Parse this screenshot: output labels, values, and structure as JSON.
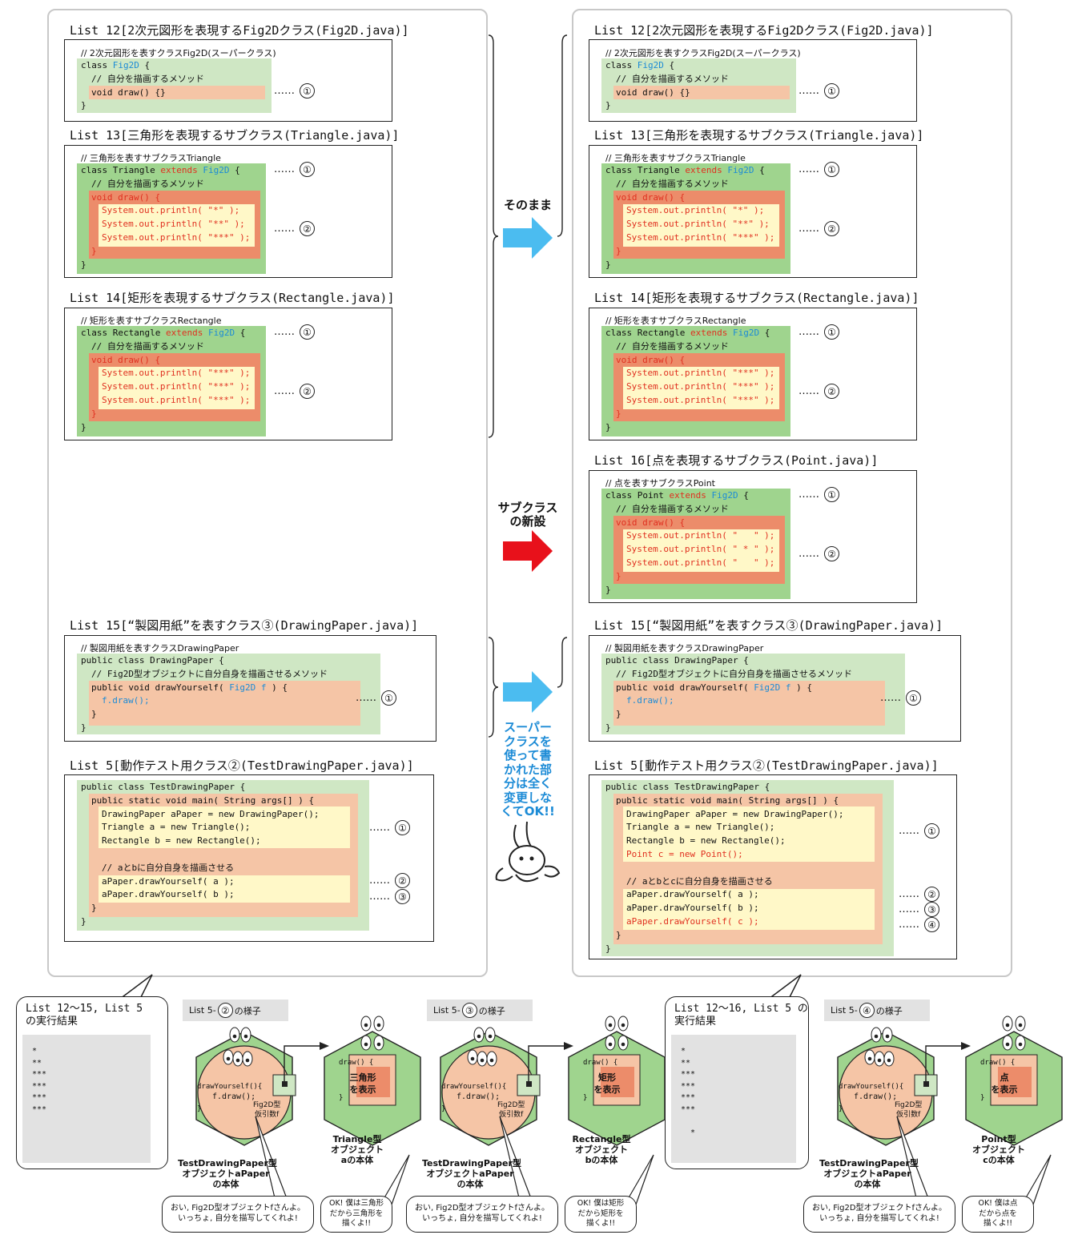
{
  "left": {
    "l12": {
      "title": "List 12[2次元図形を表現するFig2Dクラス(Fig2D.java)]",
      "comment": "// 2次元図形を表すクラスFig2D(スーパークラス)",
      "c1": "class ",
      "c1b": "Fig2D",
      " c1e": " {",
      "c2": "// 自分を描画するメソッド",
      "c3": "void draw() {}",
      "c4": "}",
      "m1": "①"
    },
    "l13": {
      "title": "List 13[三角形を表現するサブクラス(Triangle.java)]",
      "comment": "// 三角形を表すサブクラスTriangle",
      "c1": "class Triangle ",
      "ext": "extends ",
      "sup": "Fig2D",
      "c1e": " {",
      "c2": "// 自分を描画するメソッド",
      "c3": "void draw() {",
      "p1": "System.out.println( \"*\" );",
      "p2": "System.out.println( \"**\" );",
      "p3": "System.out.println( \"***\" );",
      "cb": "}",
      "c4": "}",
      "m1": "①",
      "m2": "②"
    },
    "l14": {
      "title": "List 14[矩形を表現するサブクラス(Rectangle.java)]",
      "comment": "// 矩形を表すサブクラスRectangle",
      "c1": "class Rectangle ",
      "ext": "extends ",
      "sup": "Fig2D",
      "c1e": " {",
      "c2": "// 自分を描画するメソッド",
      "c3": "void draw() {",
      "p1": "System.out.println( \"***\" );",
      "p2": "System.out.println( \"***\" );",
      "p3": "System.out.println( \"***\" );",
      "cb": "}",
      "c4": "}",
      "m1": "①",
      "m2": "②"
    },
    "l15": {
      "title": "List 15[“製図用紙”を表すクラス③(DrawingPaper.java)]",
      "comment": "// 製図用紙を表すクラスDrawingPaper",
      "c1": "public class DrawingPaper {",
      "c2": "// Fig2D型オブジェクトに自分自身を描画させるメソッド",
      "c3a": "public void drawYourself( ",
      "c3b": "Fig2D f",
      " c3c": " ) {",
      "c4": "f.draw();",
      "c5": "}",
      "c6": "}",
      "m1": "①"
    },
    "l5": {
      "title": "List 5[動作テスト用クラス②(TestDrawingPaper.java)]",
      "c1": "public class TestDrawingPaper {",
      "c2": "public static void main( String args[] ) {",
      "c3": "DrawingPaper aPaper = new DrawingPaper();",
      "c4": "Triangle a = new Triangle();",
      "c5": "Rectangle b = new Rectangle();",
      "c6": "// aとbに自分自身を描画させる",
      "c7": "aPaper.drawYourself( a );",
      "c8": "aPaper.drawYourself( b );",
      "c9": "}",
      "c10": "}",
      "m1": "①",
      "m2": "②",
      "m3": "③"
    }
  },
  "right": {
    "l16": {
      "title": "List 16[点を表現するサブクラス(Point.java)]",
      "comment": "// 点を表すサブクラスPoint",
      "c1": "class Point ",
      "ext": "extends ",
      "sup": "Fig2D",
      "c1e": " {",
      "c2": "// 自分を描画するメソッド",
      "c3": "void draw() {",
      "p1": "System.out.println( \"   \" );",
      "p2": "System.out.println( \" * \" );",
      "p3": "System.out.println( \"   \" );",
      "cb": "}",
      "c4": "}",
      "m1": "①",
      "m2": "②"
    },
    "l5": {
      "title": "List 5[動作テスト用クラス②(TestDrawingPaper.java)]",
      "c1": "public class TestDrawingPaper {",
      "c2": "public static void main( String args[] ) {",
      "c3": "DrawingPaper aPaper = new DrawingPaper();",
      "c4": "Triangle a = new Triangle();",
      "c5": "Rectangle b = new Rectangle();",
      "c5b": "Point c = new Point();",
      "c6": "// aとbとcに自分自身を描画させる",
      "c7": "aPaper.drawYourself( a );",
      "c8": "aPaper.drawYourself( b );",
      "c8b": "aPaper.drawYourself( c );",
      "c9": "}",
      "c10": "}",
      "m1": "①",
      "m2": "②",
      "m3": "③",
      "m4": "④"
    }
  },
  "middle": {
    "same": "そのまま",
    "newsub": "サブクラス\nの新設",
    "note": "スーパー\nクラスを\n使って書\nかれた部\n分は全く\n変更しな\nくてOK!!"
  },
  "dots": "……",
  "results": {
    "left_title": "List 12〜15, List 5\nの実行結果",
    "left_out": "*\n**\n***\n***\n***\n***",
    "right_title": "List 12〜16, List 5 の\n実行結果",
    "right_out": "*\n**\n***\n***\n***\n***\n\n  *"
  },
  "scenes": [
    {
      "tag_a": "List 5-",
      "tag_n": "②",
      "tag_b": "の様子",
      "code1": "drawYourself(){",
      "code2": "f.draw();",
      "code3": "}",
      "param": "Fig2D型\n仮引数f",
      "tdraw": "draw() {",
      "tbody": "三角形\nを表示",
      "tend": "}",
      "tlabel": "Triangle型\nオブジェクト\naの本体",
      "plabel": "TestDrawingPaper型\nオブジェクトaPaper\nの本体",
      "b1": "おい, Fig2D型オブジェクトfさんよ。\nいっちょ, 自分を描写してくれよ!",
      "b2": "OK! 僕は三角形\nだから三角形を\n描くよ!!"
    },
    {
      "tag_a": "List 5-",
      "tag_n": "③",
      "tag_b": "の様子",
      "code1": "drawYourself(){",
      "code2": "f.draw();",
      "code3": "}",
      "param": "Fig2D型\n仮引数f",
      "tdraw": "draw() {",
      "tbody": "矩形\nを表示",
      "tend": "}",
      "tlabel": "Rectangle型\nオブジェクト\nbの本体",
      "plabel": "TestDrawingPaper型\nオブジェクトaPaper\nの本体",
      "b1": "おい, Fig2D型オブジェクトfさんよ。\nいっちょ, 自分を描写してくれよ!",
      "b2": "OK! 僕は矩形\nだから矩形を\n描くよ!!"
    },
    {
      "tag_a": "List 5-",
      "tag_n": "④",
      "tag_b": "の様子",
      "code1": "drawYourself(){",
      "code2": "f.draw();",
      "code3": "}",
      "param": "Fig2D型\n仮引数f",
      "tdraw": "draw() {",
      "tbody": "点\nを表示",
      "tend": "}",
      "tlabel": "Point型\nオブジェクト\ncの本体",
      "plabel": "TestDrawingPaper型\nオブジェクトaPaper\nの本体",
      "b1": "おい, Fig2D型オブジェクトfさんよ。\nいっちょ, 自分を描写してくれよ!",
      "b2": "OK! 僕は点\nだから点を\n描くよ!!"
    }
  ],
  "colors": {
    "green_light": "#cfe7c4",
    "green": "#9fd48e",
    "orange_light": "#f5c5a6",
    "orange": "#ec8c6a",
    "yellow": "#fff8c8",
    "blue_arrow": "#4bbcf0",
    "red_arrow": "#e8111b",
    "link_blue": "#1c8bd6",
    "code_red": "#e03020"
  }
}
